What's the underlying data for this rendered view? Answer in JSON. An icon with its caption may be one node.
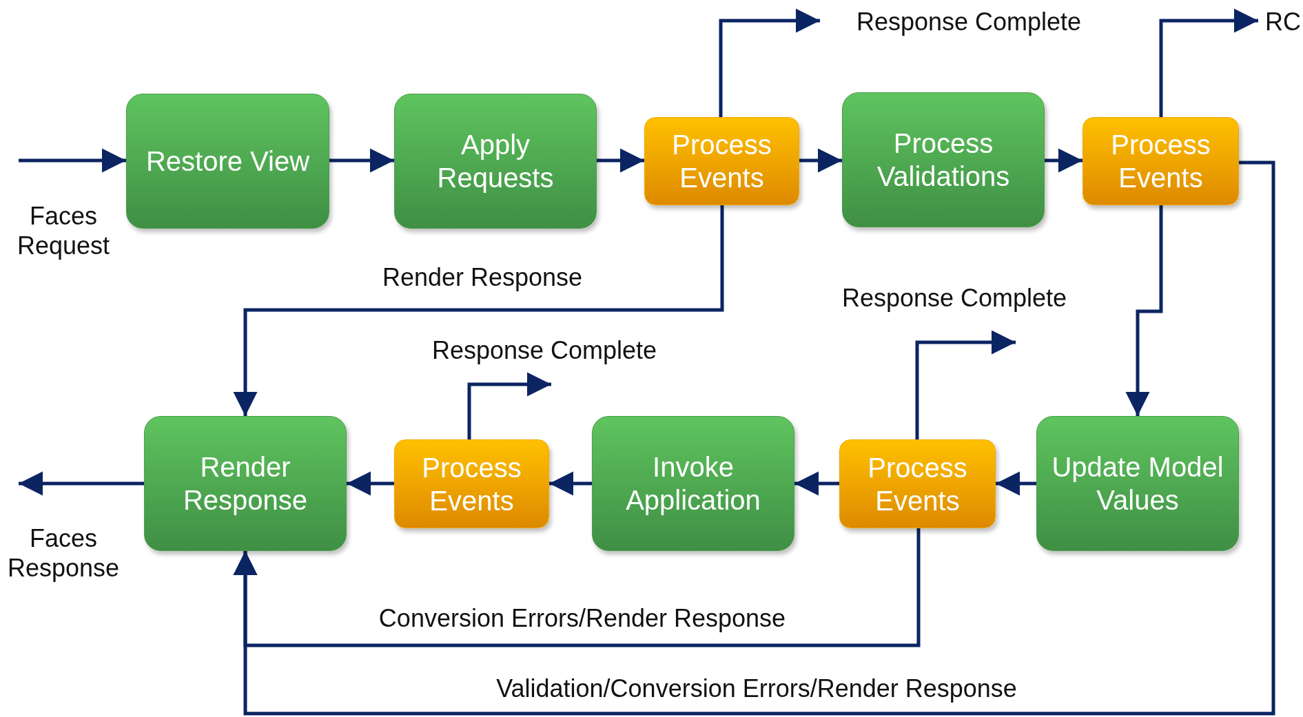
{
  "diagram": {
    "nodes": [
      {
        "text": [
          "Restore View"
        ]
      },
      {
        "text": [
          "Apply Requests"
        ]
      },
      {
        "text": [
          "Process Events"
        ]
      },
      {
        "text": [
          "Process Validations"
        ]
      },
      {
        "text": [
          "Process Events"
        ]
      },
      {
        "text": [
          "Render Response"
        ]
      },
      {
        "text": [
          "Process Events"
        ]
      },
      {
        "text": [
          "Invoke Application"
        ]
      },
      {
        "text": [
          "Process Events"
        ]
      },
      {
        "text": [
          "Update Model Values"
        ]
      }
    ],
    "edges": [
      {
        "from": null,
        "to": 0,
        "arrow": "to"
      },
      {
        "from": 0,
        "to": 1,
        "arrow": "to"
      },
      {
        "from": 1,
        "to": 2,
        "arrow": "to"
      },
      {
        "from": 2,
        "to": 3,
        "arrow": "to"
      },
      {
        "from": 3,
        "to": 4,
        "arrow": "to"
      },
      {
        "from": 2,
        "to": null,
        "arrow": "to",
        "label": "Response Complete"
      },
      {
        "from": 4,
        "to": null,
        "arrow": "to",
        "label": "RC"
      },
      {
        "from": 2,
        "to": 5,
        "arrow": "to",
        "label": "Render Response"
      },
      {
        "from": 4,
        "to": 9,
        "arrow": "to"
      },
      {
        "from": 9,
        "to": 8,
        "arrow": "to"
      },
      {
        "from": 8,
        "to": 7,
        "arrow": "to"
      },
      {
        "from": 7,
        "to": 6,
        "arrow": "to"
      },
      {
        "from": 6,
        "to": 5,
        "arrow": "to"
      },
      {
        "from": 6,
        "to": null,
        "arrow": "to",
        "label": "Response Complete"
      },
      {
        "from": 8,
        "to": null,
        "arrow": "to",
        "label": "Response Complete"
      },
      {
        "from": 8,
        "to": 5,
        "arrow": "to",
        "label": "Conversion Errors/Render Response"
      },
      {
        "from": 4,
        "to": 5,
        "arrow": "to",
        "label": "Validation/Conversion Errors/Render Response"
      },
      {
        "from": 5,
        "to": null,
        "arrow": "to"
      }
    ],
    "labels": [
      "Faces Request",
      "Faces Response"
    ]
  }
}
